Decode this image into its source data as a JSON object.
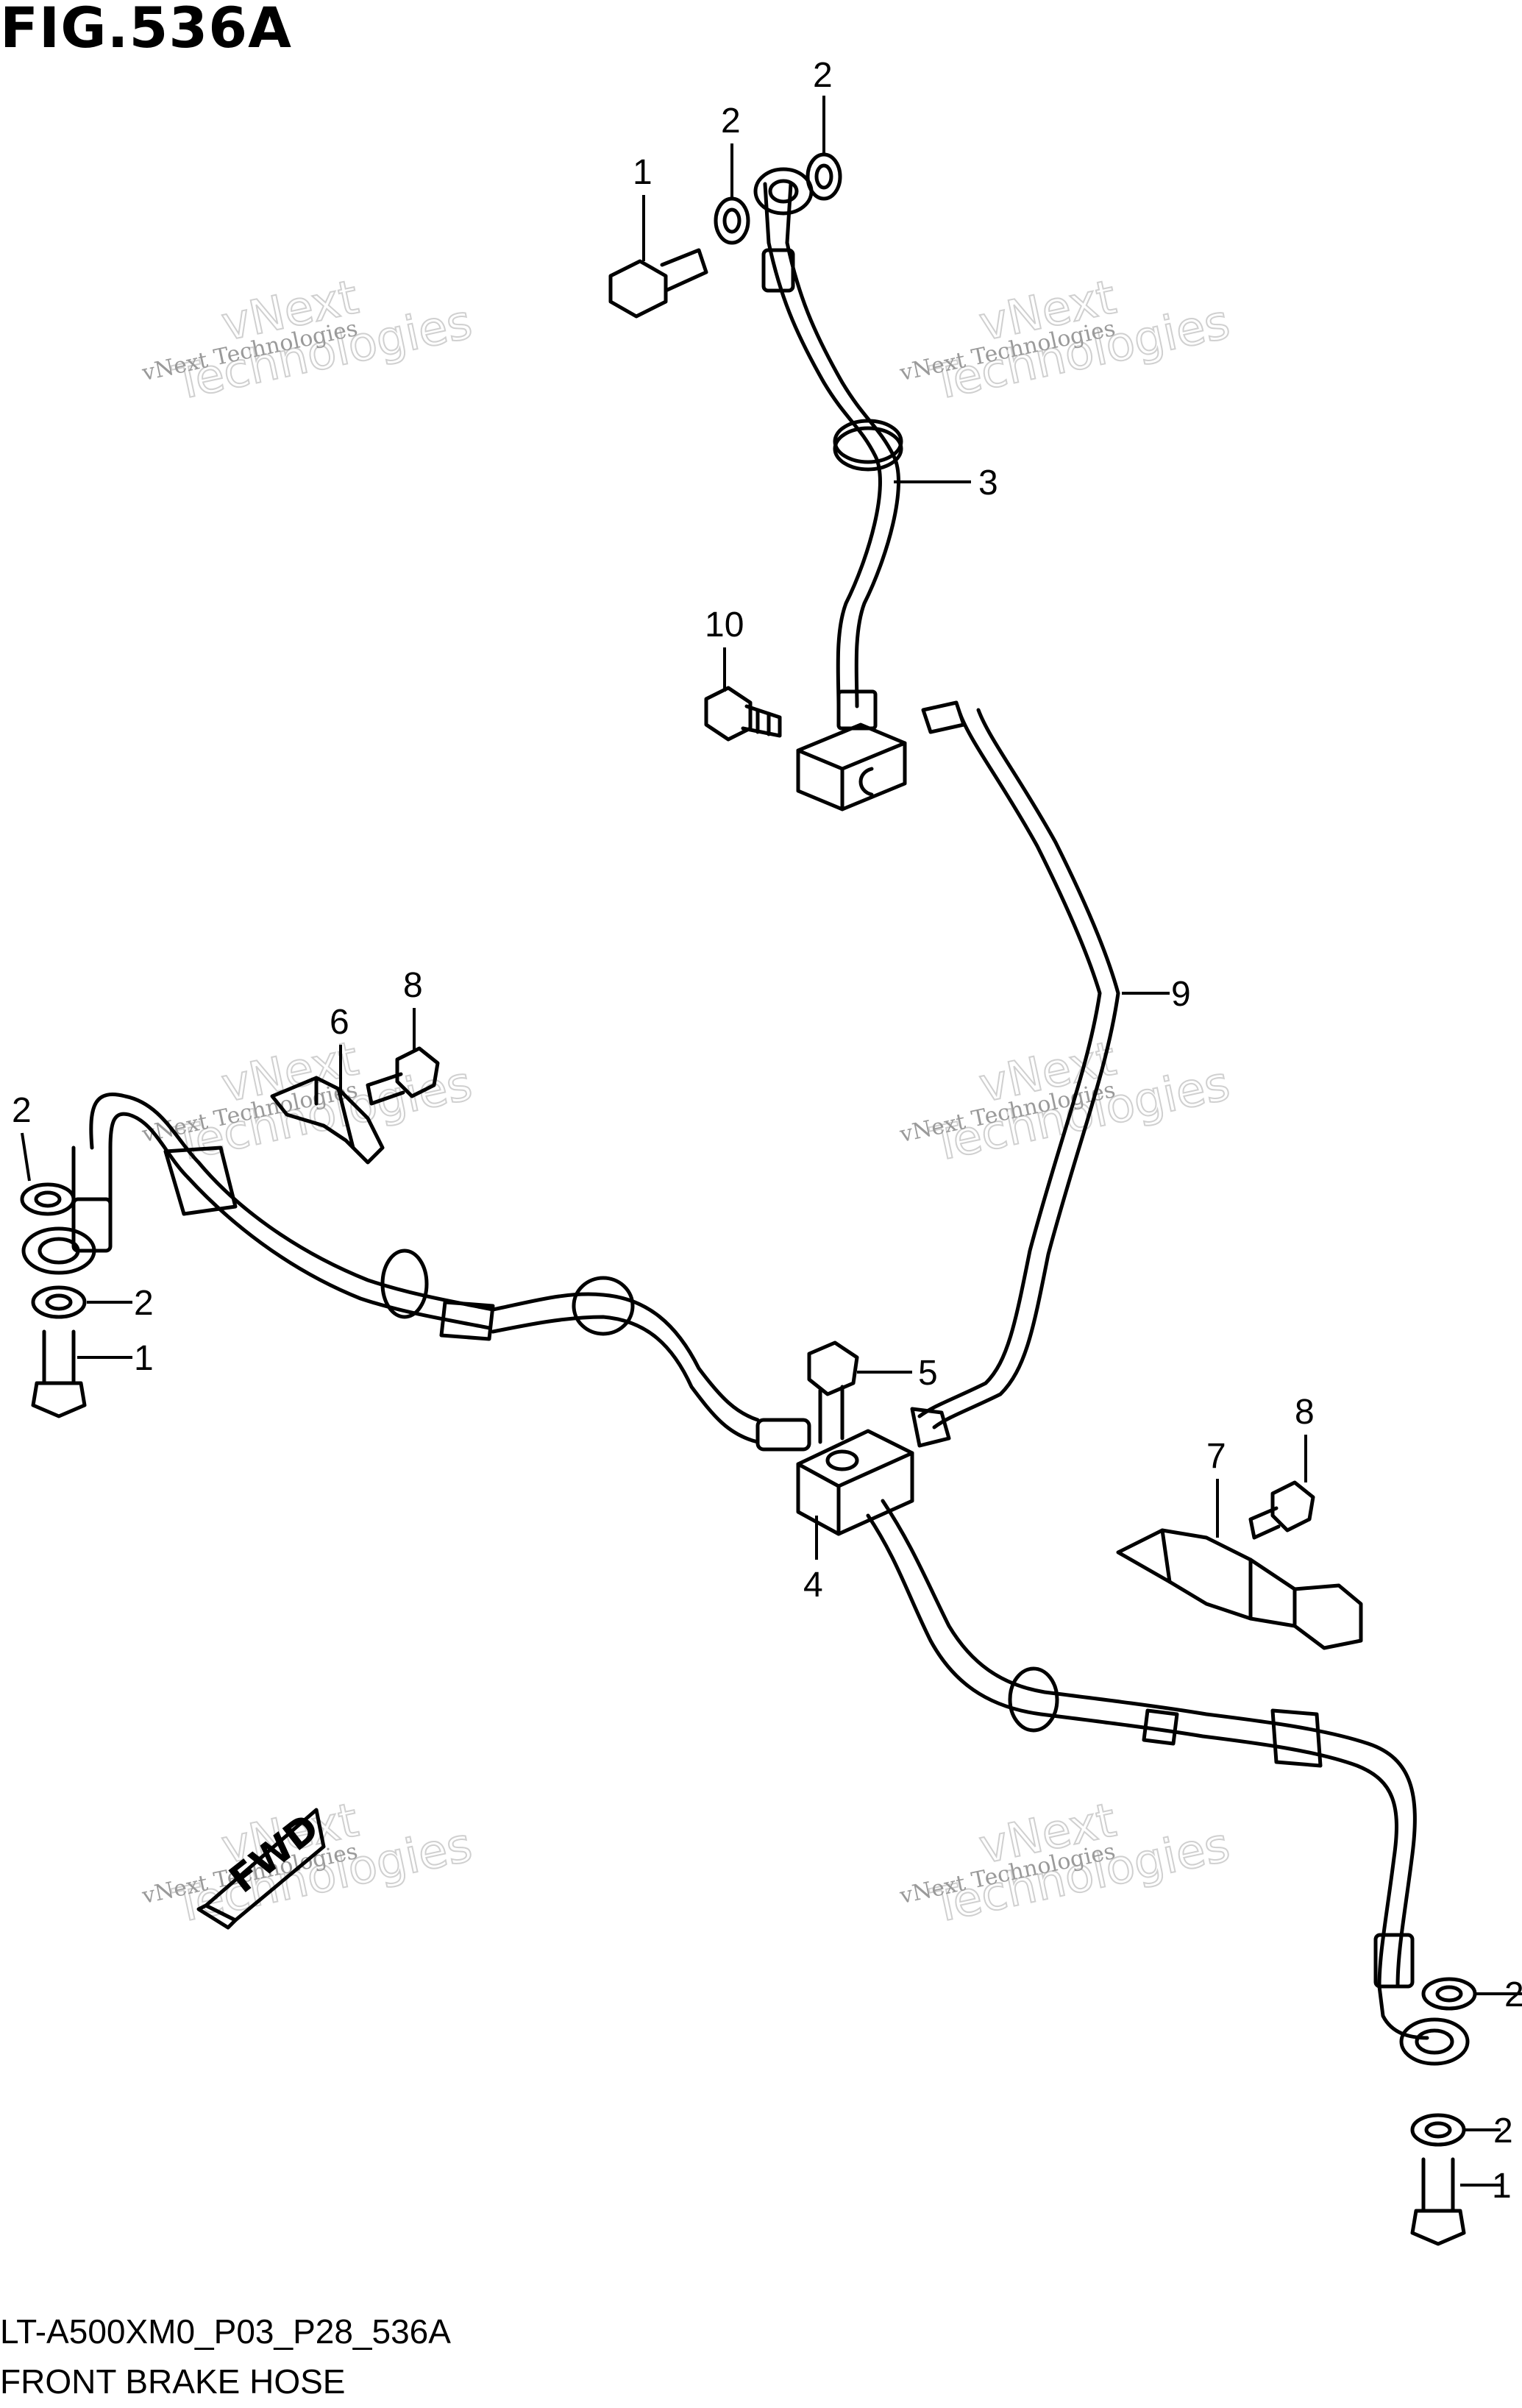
{
  "figure": {
    "title": "FIG.536A",
    "code": "LT-A500XM0_P03_P28_536A",
    "name": "FRONT BRAKE HOSE"
  },
  "watermark": {
    "small": "vNext Technologies",
    "big_top": "vNext",
    "big_bottom": "Technologies"
  },
  "fwd_label": "FWD",
  "callouts": [
    {
      "id": "1a",
      "label": "1"
    },
    {
      "id": "2a",
      "label": "2"
    },
    {
      "id": "2b",
      "label": "2"
    },
    {
      "id": "3",
      "label": "3"
    },
    {
      "id": "10",
      "label": "10"
    },
    {
      "id": "9",
      "label": "9"
    },
    {
      "id": "6",
      "label": "6"
    },
    {
      "id": "8a",
      "label": "8"
    },
    {
      "id": "2c",
      "label": "2"
    },
    {
      "id": "2d",
      "label": "2"
    },
    {
      "id": "1b",
      "label": "1"
    },
    {
      "id": "5",
      "label": "5"
    },
    {
      "id": "4",
      "label": "4"
    },
    {
      "id": "8b",
      "label": "8"
    },
    {
      "id": "7",
      "label": "7"
    },
    {
      "id": "2e",
      "label": "2"
    },
    {
      "id": "2f",
      "label": "2"
    },
    {
      "id": "1c",
      "label": "1"
    }
  ],
  "colors": {
    "line": "#000000",
    "watermark": "#9a9a9a"
  }
}
